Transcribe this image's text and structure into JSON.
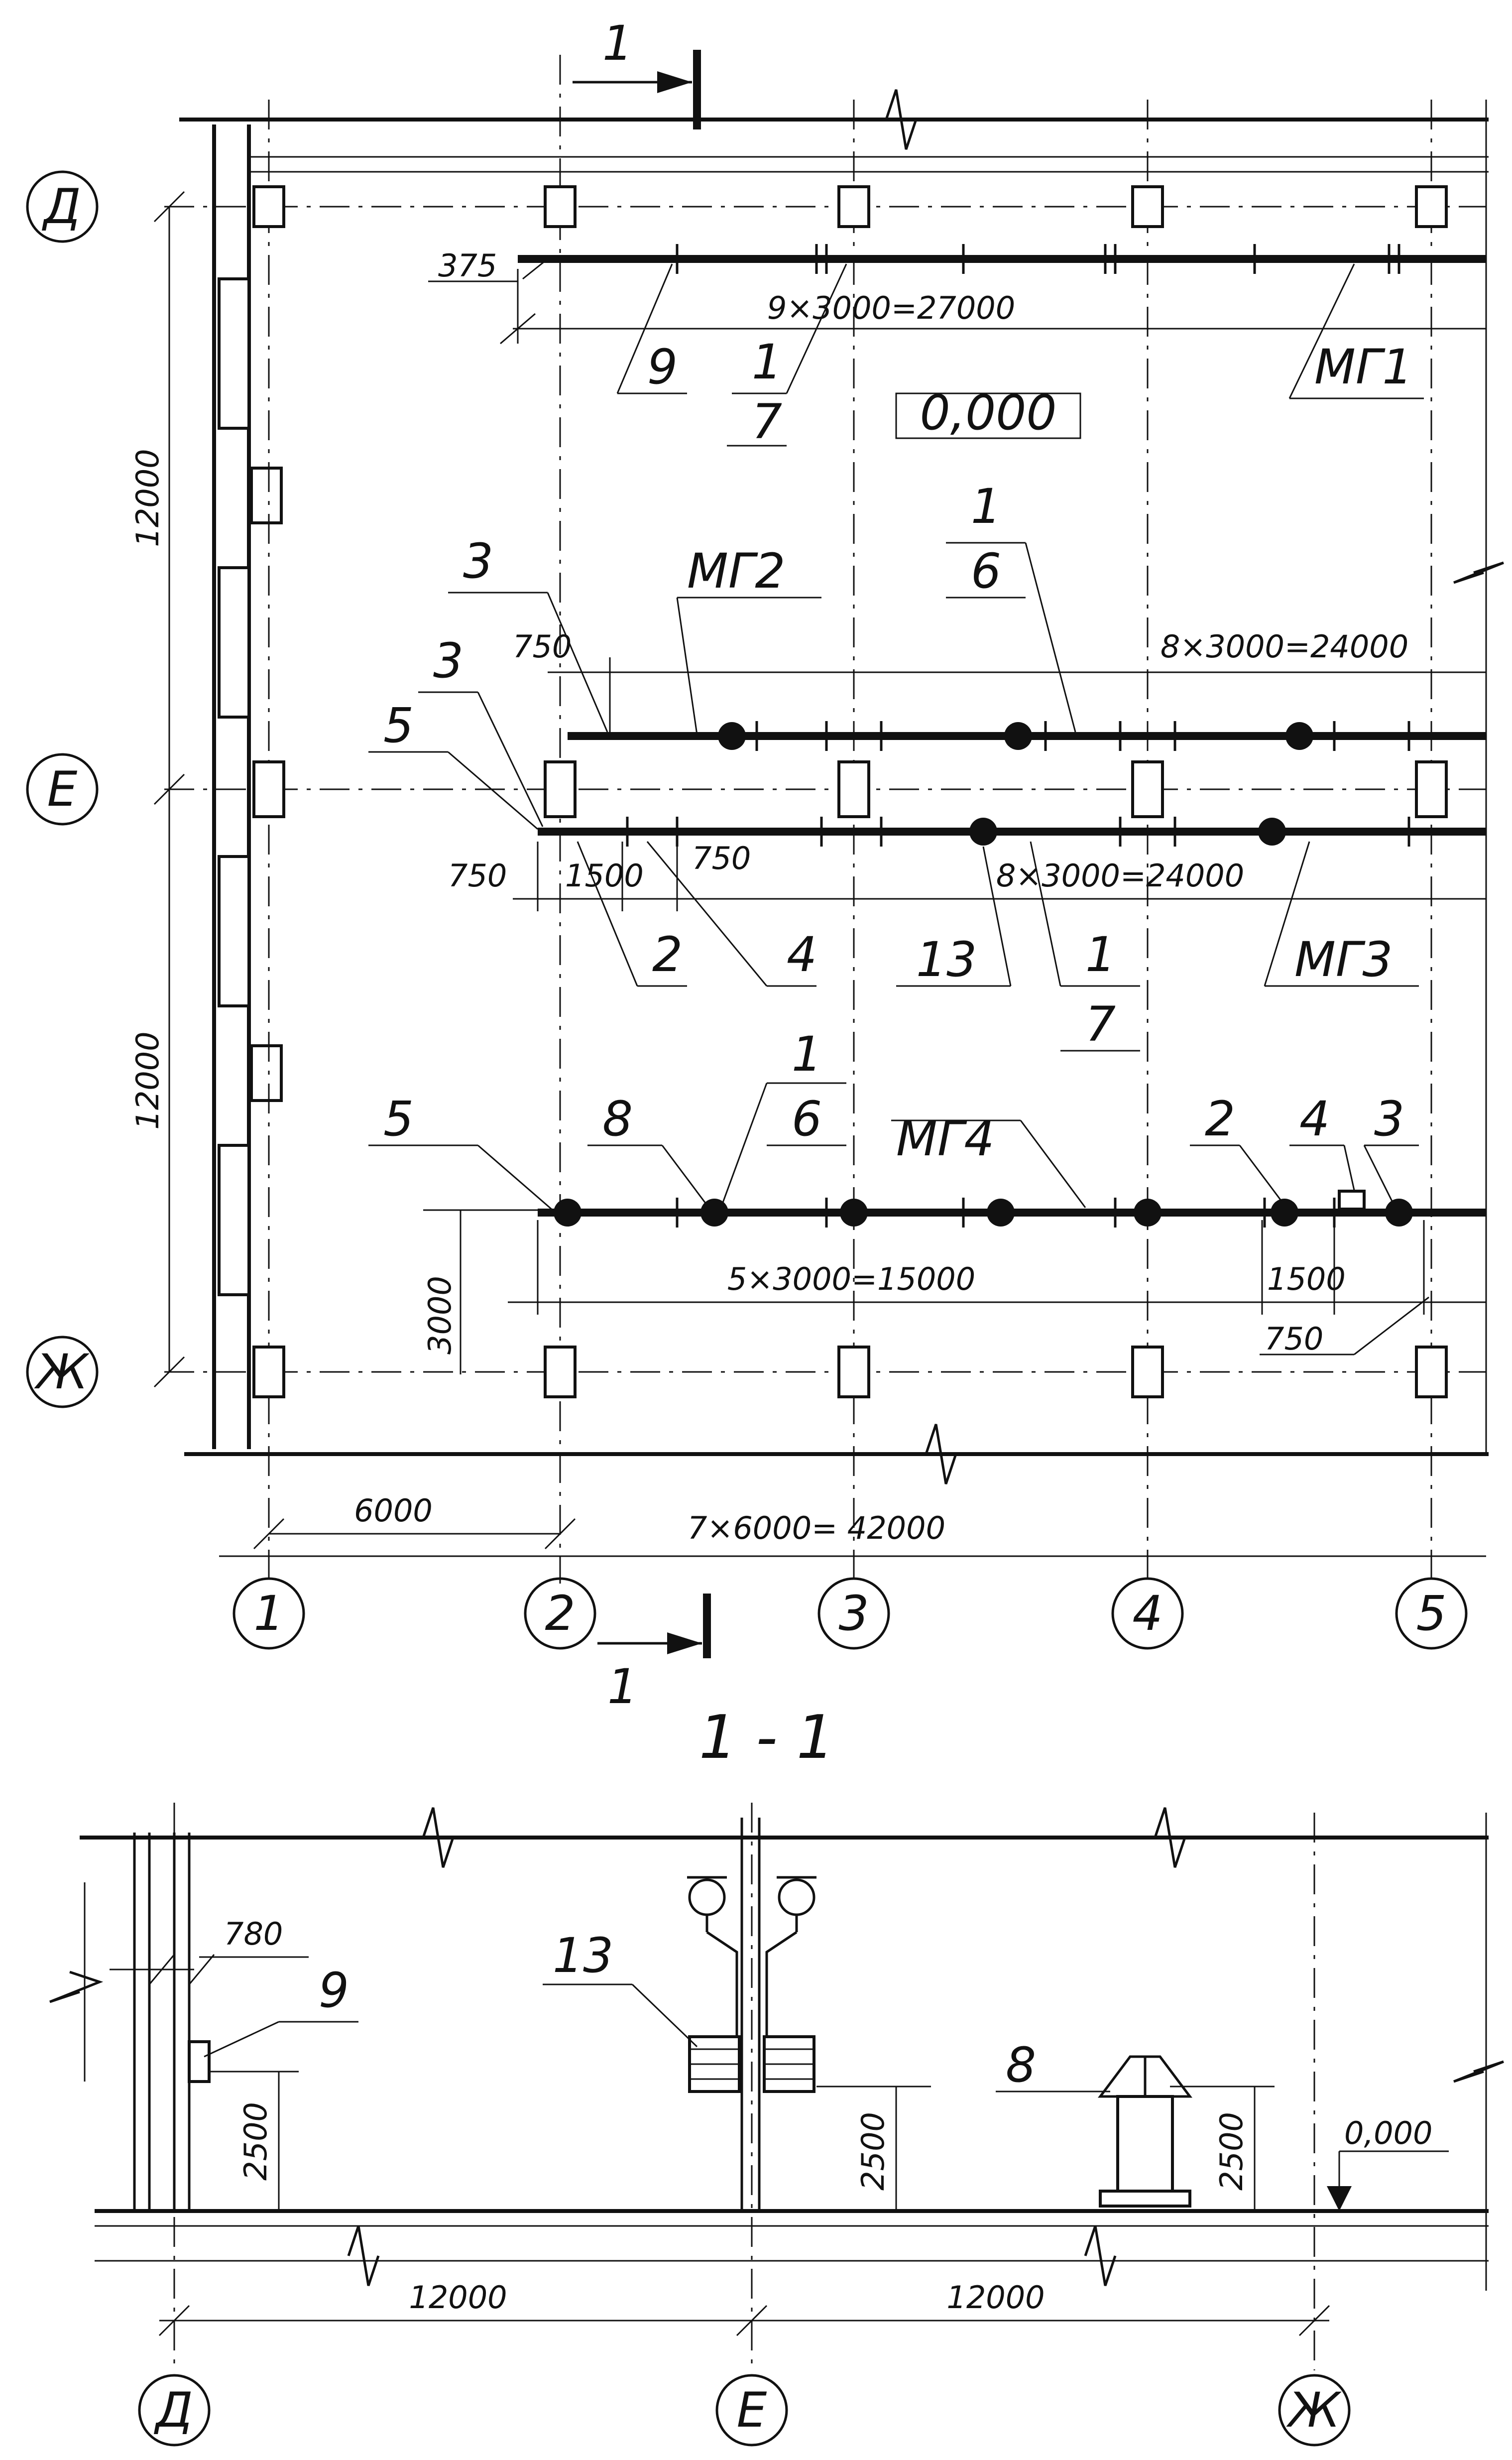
{
  "plan": {
    "axes_letters": [
      "Д",
      "Е",
      "Ж"
    ],
    "axes_numbers": [
      "1",
      "2",
      "3",
      "4",
      "5"
    ],
    "section_marker": "1",
    "level": "0,000",
    "rails": {
      "mg1": {
        "label": "МГ1",
        "span": "9×3000=27000",
        "offset": "375"
      },
      "mg2": {
        "label": "МГ2",
        "span": "8×3000=24000",
        "offset": "750"
      },
      "mg3": {
        "label": "МГ3",
        "span": "8×3000=24000",
        "offset_left": "750",
        "gap": "1500",
        "offset_right": "750"
      },
      "mg4": {
        "label": "МГ4",
        "span": "5×3000=15000",
        "gap": "1500",
        "offset": "750",
        "edge": "3000"
      }
    },
    "dims": {
      "bay_y1": "12000",
      "bay_y2": "12000",
      "first_bay": "6000",
      "total": "7×6000= 42000"
    },
    "callouts": {
      "c9": "9",
      "c1a": "1",
      "c7a": "7",
      "c3a": "3",
      "c3b": "3",
      "c5a": "5",
      "c1b": "1",
      "c6a": "6",
      "c2a": "2",
      "c4a": "4",
      "c13a": "13",
      "c1c": "1",
      "c7b": "7",
      "c5b": "5",
      "c8a": "8",
      "c1d": "1",
      "c6b": "6",
      "c2b": "2",
      "c4b": "4",
      "c3c": "3"
    }
  },
  "section": {
    "title": "1 - 1",
    "callouts": {
      "c9": "9",
      "c13": "13",
      "c8": "8"
    },
    "dims": {
      "offset": "780",
      "h1": "2500",
      "h2": "2500",
      "h3": "2500",
      "span1": "12000",
      "span2": "12000"
    },
    "level": "0,000",
    "axes": [
      "Д",
      "Е",
      "Ж"
    ]
  }
}
